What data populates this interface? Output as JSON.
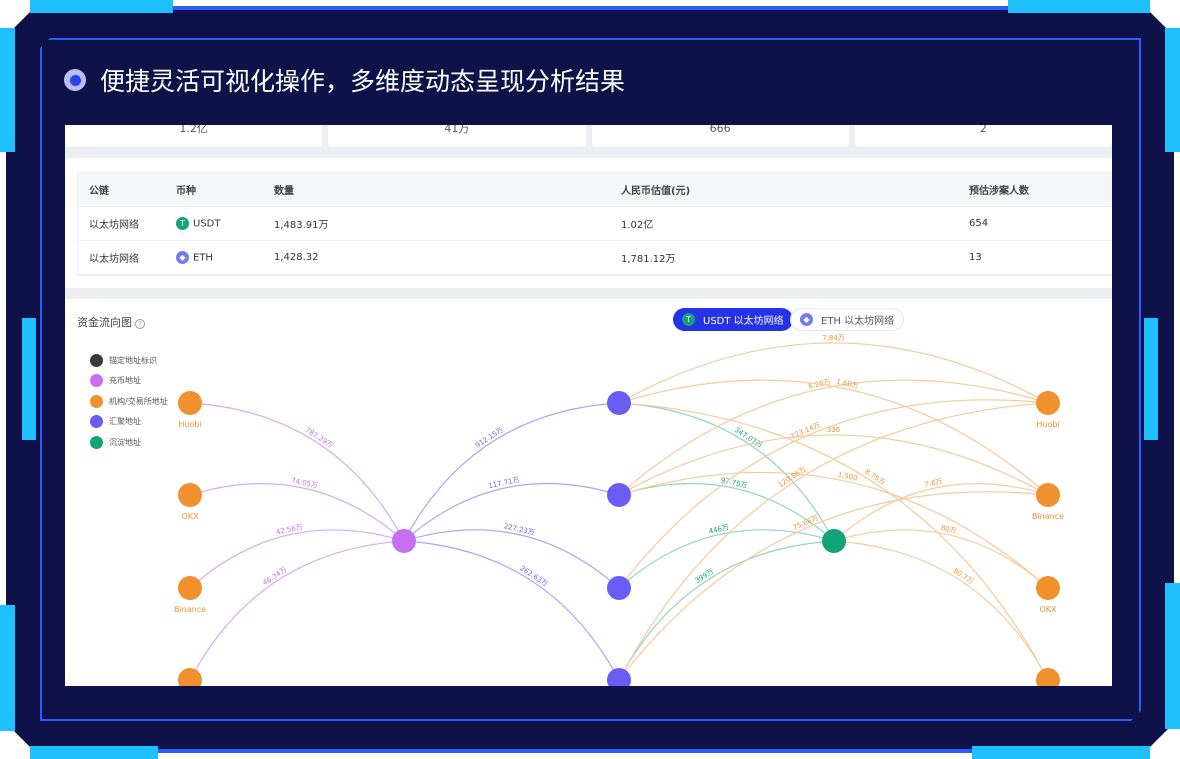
{
  "headline": "便捷灵活可视化操作，多维度动态呈现分析结果",
  "stats": [
    "1.2亿",
    "41万",
    "666",
    "2"
  ],
  "table": {
    "headers": [
      "公链",
      "币种",
      "数量",
      "人民币估值(元)",
      "预估涉案人数"
    ],
    "rows": [
      {
        "chain": "以太坊网络",
        "coin": "USDT",
        "coin_icon": "tether-icon",
        "amount": "1,483.91万",
        "rmb": "1.02亿",
        "people": "654"
      },
      {
        "chain": "以太坊网络",
        "coin": "ETH",
        "coin_icon": "ethereum-icon",
        "amount": "1,428.32",
        "rmb": "1,781.12万",
        "people": "13"
      }
    ]
  },
  "chart": {
    "title": "资金流向图",
    "tabs": [
      {
        "label": "USDT 以太坊网络",
        "active": true
      },
      {
        "label": "ETH 以太坊网络",
        "active": false
      }
    ],
    "legend": [
      {
        "label": "锚定地址标识",
        "color": "#3a3a3a"
      },
      {
        "label": "充币地址",
        "color": "#c76ef5"
      },
      {
        "label": "机构/交易所地址",
        "color": "#f0912d"
      },
      {
        "label": "汇聚地址",
        "color": "#6a5cf5"
      },
      {
        "label": "沉淀地址",
        "color": "#12a27a"
      }
    ],
    "colors": {
      "accent": "#2433e8",
      "usdt": "#16a17a",
      "eth": "#6d7ff0"
    }
  },
  "graph": {
    "nodes": [
      {
        "id": "L1",
        "label": "Huobi",
        "type": "exchange"
      },
      {
        "id": "L2",
        "label": "OKX",
        "type": "exchange"
      },
      {
        "id": "L3",
        "label": "Binance",
        "type": "exchange"
      },
      {
        "id": "L4",
        "label": "",
        "type": "exchange"
      },
      {
        "id": "P",
        "label": "",
        "type": "deposit"
      },
      {
        "id": "B1",
        "label": "",
        "type": "collect"
      },
      {
        "id": "B2",
        "label": "",
        "type": "collect"
      },
      {
        "id": "B3",
        "label": "",
        "type": "collect"
      },
      {
        "id": "B4",
        "label": "",
        "type": "collect"
      },
      {
        "id": "G",
        "label": "",
        "type": "settle"
      },
      {
        "id": "R1",
        "label": "Huobi",
        "type": "exchange"
      },
      {
        "id": "R2",
        "label": "Binance",
        "type": "exchange"
      },
      {
        "id": "R3",
        "label": "OKX",
        "type": "exchange"
      },
      {
        "id": "R4",
        "label": "",
        "type": "exchange"
      }
    ],
    "edges": [
      {
        "from": "L1",
        "to": "P",
        "label": "787.29万"
      },
      {
        "from": "L2",
        "to": "P",
        "label": "74.05万"
      },
      {
        "from": "L3",
        "to": "P",
        "label": "42.56万"
      },
      {
        "from": "L4",
        "to": "P",
        "label": "46.34万"
      },
      {
        "from": "P",
        "to": "B1",
        "label": "912.15万"
      },
      {
        "from": "P",
        "to": "B2",
        "label": "117.71万"
      },
      {
        "from": "P",
        "to": "B3",
        "label": "227.23万"
      },
      {
        "from": "P",
        "to": "B4",
        "label": "262.63万"
      },
      {
        "from": "B1",
        "to": "G",
        "label": "347.07万"
      },
      {
        "from": "B2",
        "to": "G",
        "label": "97.75万"
      },
      {
        "from": "B3",
        "to": "G",
        "label": "446万"
      },
      {
        "from": "B4",
        "to": "G",
        "label": "399万"
      },
      {
        "from": "B1",
        "to": "R1",
        "label": "7.84万"
      },
      {
        "from": "B2",
        "to": "R1",
        "label": "6.25万"
      },
      {
        "from": "B1",
        "to": "R2",
        "label": "1.60万"
      },
      {
        "from": "B3",
        "to": "R1",
        "label": "123.14万"
      },
      {
        "from": "B2",
        "to": "R3",
        "label": "1,500"
      },
      {
        "from": "B4",
        "to": "R1",
        "label": "120.86万"
      },
      {
        "from": "B1",
        "to": "R4",
        "label": "8.75万"
      },
      {
        "from": "B4",
        "to": "R2",
        "label": "75.66万"
      },
      {
        "from": "G",
        "to": "R2",
        "label": "7.8万"
      },
      {
        "from": "G",
        "to": "R3",
        "label": "80万"
      },
      {
        "from": "G",
        "to": "R4",
        "label": "80.7万"
      },
      {
        "from": "B2",
        "to": "R2",
        "label": "336"
      }
    ]
  }
}
